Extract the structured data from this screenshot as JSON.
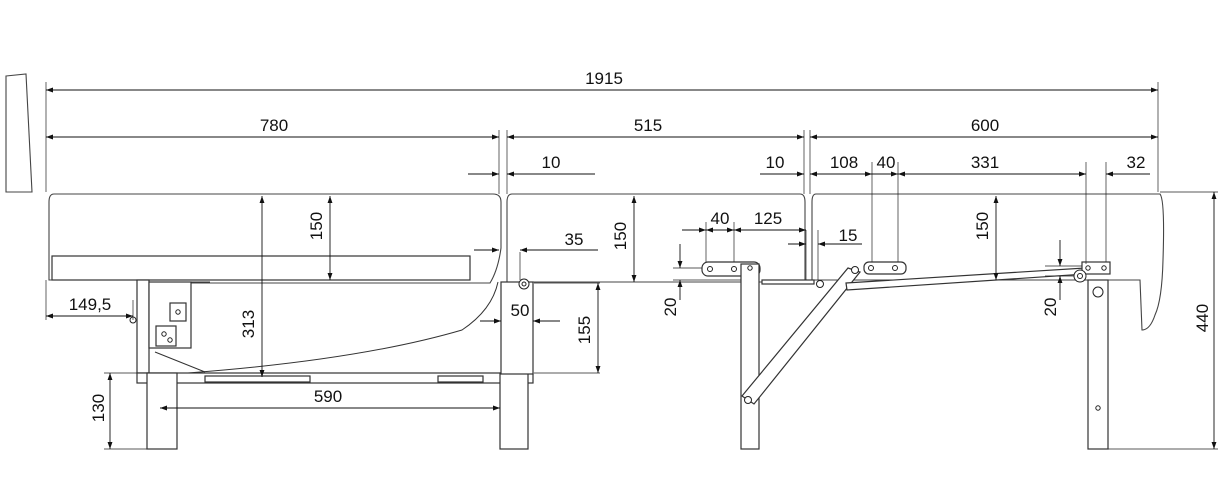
{
  "colors": {
    "line": "#333333",
    "dimension": "#111111",
    "background": "#ffffff"
  },
  "dimensions": {
    "overall_length": "1915",
    "seat_length": "780",
    "middle_length": "515",
    "back_length": "600",
    "gap_left": "10",
    "gap_right": "10",
    "offset_back": "108",
    "hole_spacing_back": "40",
    "back_span": "331",
    "back_end": "32",
    "hole_spacing_mid": "40",
    "mid_offset": "125",
    "mid_small": "15",
    "cushion_height_left": "150",
    "cushion_height_mid": "150",
    "cushion_height_back": "150",
    "seat_height": "313",
    "base_offset": "149,5",
    "hinge_offset": "35",
    "hinge_width": "50",
    "frame_height": "155",
    "leg_height": "130",
    "leg_spacing": "590",
    "bracket_height_mid": "20",
    "bracket_height_back": "20",
    "total_height": "440"
  }
}
